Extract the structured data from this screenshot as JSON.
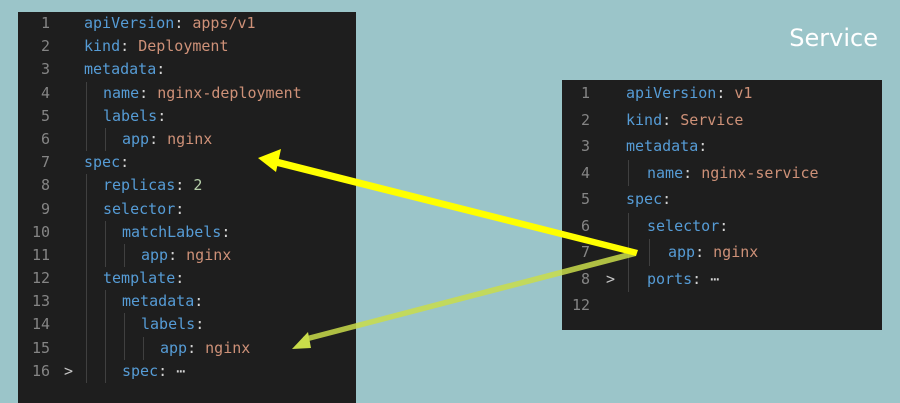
{
  "title": "Service",
  "deployment": {
    "lines": [
      {
        "num": "1",
        "indent": 0,
        "fold": "",
        "key": "apiVersion",
        "value": "apps/v1",
        "vclass": "v"
      },
      {
        "num": "2",
        "indent": 0,
        "fold": "",
        "key": "kind",
        "value": "Deployment",
        "vclass": "v"
      },
      {
        "num": "3",
        "indent": 0,
        "fold": "",
        "key": "metadata",
        "value": "",
        "vclass": "v"
      },
      {
        "num": "4",
        "indent": 1,
        "fold": "",
        "key": "name",
        "value": "nginx-deployment",
        "vclass": "v"
      },
      {
        "num": "5",
        "indent": 1,
        "fold": "",
        "key": "labels",
        "value": "",
        "vclass": "v"
      },
      {
        "num": "6",
        "indent": 2,
        "fold": "",
        "key": "app",
        "value": "nginx",
        "vclass": "v"
      },
      {
        "num": "7",
        "indent": 0,
        "fold": "",
        "key": "spec",
        "value": "",
        "vclass": "v"
      },
      {
        "num": "8",
        "indent": 1,
        "fold": "",
        "key": "replicas",
        "value": "2",
        "vclass": "n"
      },
      {
        "num": "9",
        "indent": 1,
        "fold": "",
        "key": "selector",
        "value": "",
        "vclass": "v"
      },
      {
        "num": "10",
        "indent": 2,
        "fold": "",
        "key": "matchLabels",
        "value": "",
        "vclass": "v"
      },
      {
        "num": "11",
        "indent": 3,
        "fold": "",
        "key": "app",
        "value": "nginx",
        "vclass": "v"
      },
      {
        "num": "12",
        "indent": 1,
        "fold": "",
        "key": "template",
        "value": "",
        "vclass": "v"
      },
      {
        "num": "13",
        "indent": 2,
        "fold": "",
        "key": "metadata",
        "value": "",
        "vclass": "v"
      },
      {
        "num": "14",
        "indent": 3,
        "fold": "",
        "key": "labels",
        "value": "",
        "vclass": "v"
      },
      {
        "num": "15",
        "indent": 4,
        "fold": "",
        "key": "app",
        "value": "nginx",
        "vclass": "v"
      },
      {
        "num": "16",
        "indent": 2,
        "fold": ">",
        "key": "spec",
        "value": "⋯",
        "vclass": "p"
      }
    ]
  },
  "service": {
    "lines": [
      {
        "num": "1",
        "indent": 0,
        "fold": "",
        "key": "apiVersion",
        "value": "v1",
        "vclass": "v"
      },
      {
        "num": "2",
        "indent": 0,
        "fold": "",
        "key": "kind",
        "value": "Service",
        "vclass": "v"
      },
      {
        "num": "3",
        "indent": 0,
        "fold": "",
        "key": "metadata",
        "value": "",
        "vclass": "v"
      },
      {
        "num": "4",
        "indent": 1,
        "fold": "",
        "key": "name",
        "value": "nginx-service",
        "vclass": "v"
      },
      {
        "num": "5",
        "indent": 0,
        "fold": "",
        "key": "spec",
        "value": "",
        "vclass": "v"
      },
      {
        "num": "6",
        "indent": 1,
        "fold": "",
        "key": "selector",
        "value": "",
        "vclass": "v"
      },
      {
        "num": "7",
        "indent": 2,
        "fold": "",
        "key": "app",
        "value": "nginx",
        "vclass": "v"
      },
      {
        "num": "8",
        "indent": 1,
        "fold": ">",
        "key": "ports",
        "value": "⋯",
        "vclass": "p"
      },
      {
        "num": "12",
        "indent": 0,
        "fold": "",
        "key": "",
        "value": "",
        "vclass": "v"
      }
    ]
  },
  "colors": {
    "background": "#9bc5c9",
    "editor": "#1e1e1e",
    "key": "#569cd6",
    "string": "#ce9178",
    "number": "#b5cea8",
    "arrow_primary": "#ffff00",
    "arrow_secondary": "#cfe24a"
  }
}
